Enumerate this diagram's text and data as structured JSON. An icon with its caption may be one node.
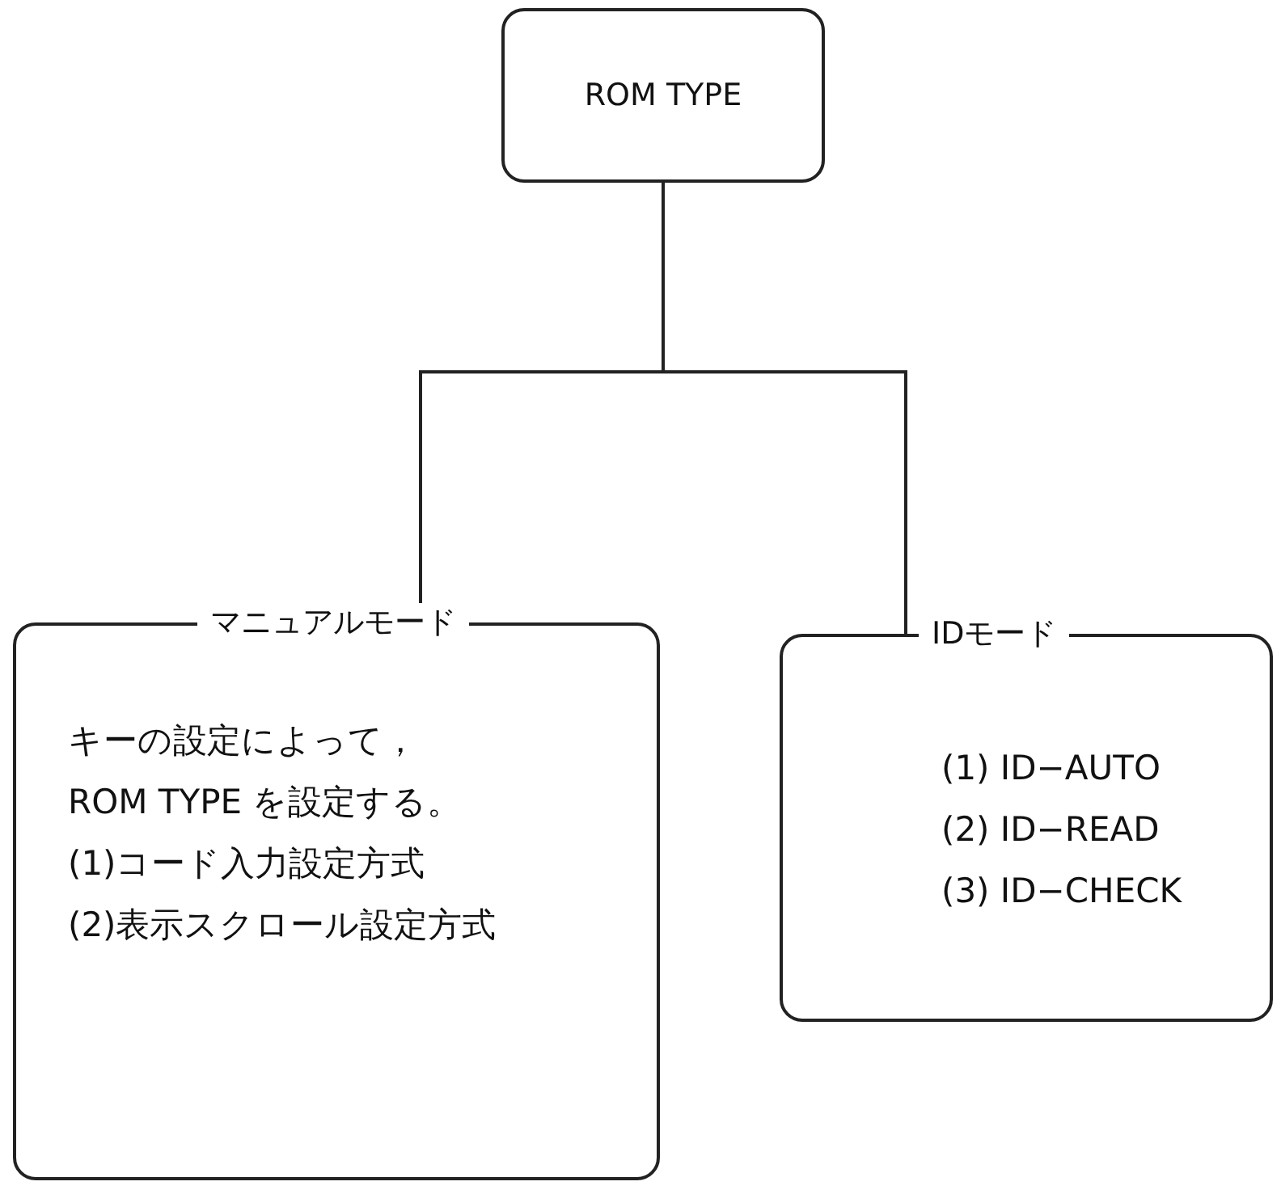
{
  "diagram": {
    "nodes": [
      {
        "text": [
          "ROM TYPE"
        ]
      },
      {
        "text": [
          "マニュアルモード",
          "キーの設定によって，ROM TYPE を設定する。",
          "(1)コード入力設定方式",
          "(2)表示スクロール設定方式"
        ]
      },
      {
        "text": [
          "IDモード",
          "(1) ID−AUTO",
          "(2) ID−READ",
          "(3) ID−CHECK"
        ]
      }
    ],
    "edges": [
      {
        "from": 0,
        "to": 1,
        "arrow": "none"
      },
      {
        "from": 0,
        "to": 2,
        "arrow": "none"
      }
    ]
  }
}
